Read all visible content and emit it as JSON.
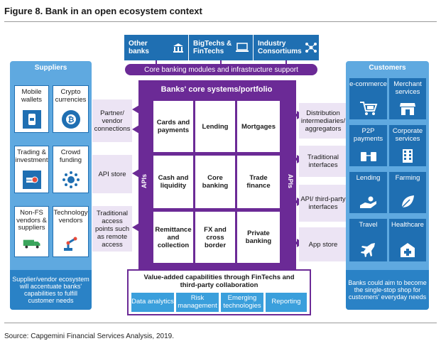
{
  "figure": {
    "title": "Figure 8. Bank in an open ecosystem context",
    "source": "Source: Capgemini Financial Services Analysis, 2019."
  },
  "top_boxes": [
    {
      "label": "Other banks",
      "icon": "bank-icon"
    },
    {
      "label": "BigTechs & FinTechs",
      "icon": "devices-icon"
    },
    {
      "label": "Industry Consortiums",
      "icon": "network-icon"
    }
  ],
  "infra_bar": "Core banking modules and infrastructure support",
  "suppliers": {
    "title": "Suppliers",
    "items": [
      {
        "label": "Mobile wallets",
        "icon": "mobile-wallet-icon"
      },
      {
        "label": "Crypto currencies",
        "icon": "bitcoin-icon"
      },
      {
        "label": "Trading & investment",
        "icon": "coins-icon"
      },
      {
        "label": "Crowd funding",
        "icon": "crowd-icon"
      },
      {
        "label": "Non-FS vendors & suppliers",
        "icon": "truck-icon"
      },
      {
        "label": "Technology vendors",
        "icon": "robot-arm-icon"
      }
    ],
    "footer": "Supplier/vendor ecosystem will accentuate banks' capabilities to fulfill customer needs"
  },
  "left_links": [
    "Partner/ vendor connections",
    "API store",
    "Traditional access points such as remote access"
  ],
  "core": {
    "title": "Banks' core systems/portfolio",
    "apis_label": "APIs",
    "cells": [
      "Cards and payments",
      "Lending",
      "Mortgages",
      "Cash and liquidity",
      "Core banking",
      "Trade finance",
      "Remittance and collection",
      "FX and cross border",
      "Private banking"
    ]
  },
  "right_links": [
    "Distribution intermediaries/ aggregators",
    "Traditional interfaces",
    "API/ third-party interfaces",
    "App store"
  ],
  "customers": {
    "title": "Customers",
    "items": [
      {
        "label": "e-commerce",
        "icon": "cart-icon"
      },
      {
        "label": "Merchant services",
        "icon": "store-icon"
      },
      {
        "label": "P2P payments",
        "icon": "p2p-icon"
      },
      {
        "label": "Corporate services",
        "icon": "building-icon"
      },
      {
        "label": "Lending",
        "icon": "hand-coin-icon"
      },
      {
        "label": "Farming",
        "icon": "leaf-icon"
      },
      {
        "label": "Travel",
        "icon": "airplane-icon"
      },
      {
        "label": "Healthcare",
        "icon": "health-cross-icon"
      }
    ],
    "footer": "Banks could aim to become the single-stop shop for customers' everyday needs"
  },
  "value_added": {
    "title": "Value-added capabilities through FinTechs and third-party collaboration",
    "chips": [
      "Data analytics",
      "Risk management",
      "Emerging technologies",
      "Reporting"
    ]
  },
  "colors": {
    "blue": "#1f6fb2",
    "light_blue": "#5fa9e0",
    "purple": "#6b2a96",
    "lavender": "#ece4f4"
  }
}
